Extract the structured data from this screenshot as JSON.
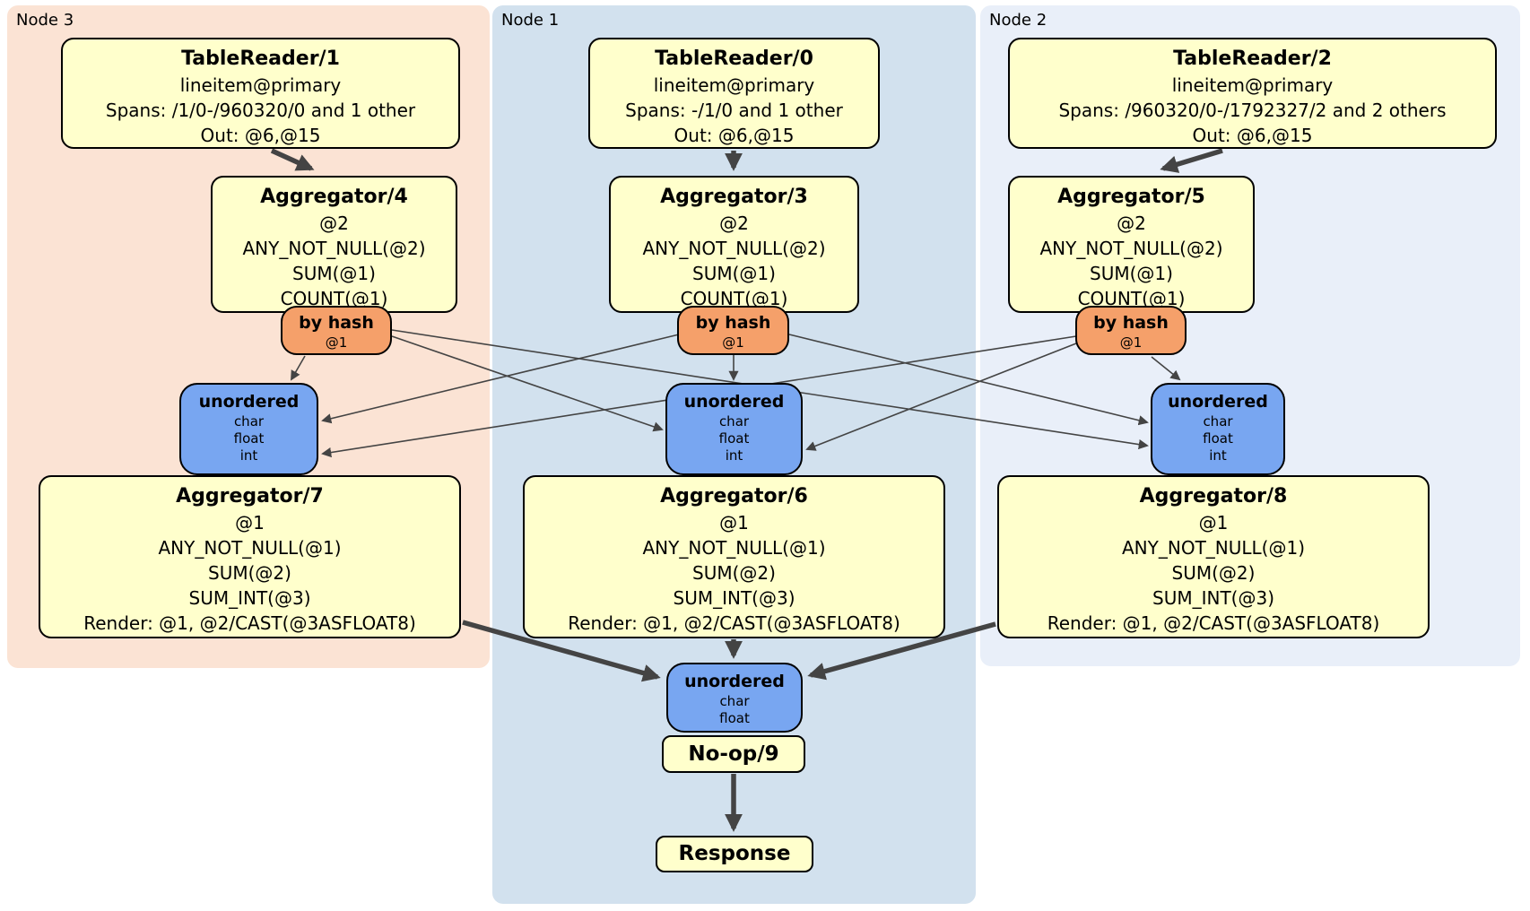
{
  "panels": {
    "node3": {
      "label": "Node 3"
    },
    "node1": {
      "label": "Node 1"
    },
    "node2": {
      "label": "Node 2"
    }
  },
  "boxes": {
    "tr1": {
      "title": "TableReader/1",
      "lines": [
        "lineitem@primary",
        "Spans: /1/0-/960320/0 and 1 other",
        "Out: @6,@15"
      ]
    },
    "tr0": {
      "title": "TableReader/0",
      "lines": [
        "lineitem@primary",
        "Spans: -/1/0 and 1 other",
        "Out: @6,@15"
      ]
    },
    "tr2": {
      "title": "TableReader/2",
      "lines": [
        "lineitem@primary",
        "Spans: /960320/0-/1792327/2 and 2 others",
        "Out: @6,@15"
      ]
    },
    "agg4": {
      "title": "Aggregator/4",
      "lines": [
        "@2",
        "ANY_NOT_NULL(@2)",
        "SUM(@1)",
        "COUNT(@1)"
      ]
    },
    "agg3": {
      "title": "Aggregator/3",
      "lines": [
        "@2",
        "ANY_NOT_NULL(@2)",
        "SUM(@1)",
        "COUNT(@1)"
      ]
    },
    "agg5": {
      "title": "Aggregator/5",
      "lines": [
        "@2",
        "ANY_NOT_NULL(@2)",
        "SUM(@1)",
        "COUNT(@1)"
      ]
    },
    "router3": {
      "title": "by hash",
      "lines": [
        "@1"
      ]
    },
    "router1": {
      "title": "by hash",
      "lines": [
        "@1"
      ]
    },
    "router2": {
      "title": "by hash",
      "lines": [
        "@1"
      ]
    },
    "sync3": {
      "title": "unordered",
      "lines": [
        "char",
        "float",
        "int"
      ]
    },
    "sync1": {
      "title": "unordered",
      "lines": [
        "char",
        "float",
        "int"
      ]
    },
    "sync2": {
      "title": "unordered",
      "lines": [
        "char",
        "float",
        "int"
      ]
    },
    "agg7": {
      "title": "Aggregator/7",
      "lines": [
        "@1",
        "ANY_NOT_NULL(@1)",
        "SUM(@2)",
        "SUM_INT(@3)",
        "Render: @1, @2/CAST(@3ASFLOAT8)"
      ]
    },
    "agg6": {
      "title": "Aggregator/6",
      "lines": [
        "@1",
        "ANY_NOT_NULL(@1)",
        "SUM(@2)",
        "SUM_INT(@3)",
        "Render: @1, @2/CAST(@3ASFLOAT8)"
      ]
    },
    "agg8": {
      "title": "Aggregator/8",
      "lines": [
        "@1",
        "ANY_NOT_NULL(@1)",
        "SUM(@2)",
        "SUM_INT(@3)",
        "Render: @1, @2/CAST(@3ASFLOAT8)"
      ]
    },
    "syncBottom": {
      "title": "unordered",
      "lines": [
        "char",
        "float"
      ]
    },
    "noop": {
      "title": "No-op/9"
    },
    "response": {
      "title": "Response"
    }
  },
  "colors": {
    "node3_bg": "#fbe3d4",
    "node1_bg": "#d2e1ee",
    "node2_bg": "#e9eff9",
    "processor_fill": "#ffffcc",
    "router_fill": "#f5a06a",
    "sync_fill": "#78a6f1",
    "edge": "#444444",
    "border": "#000000"
  }
}
